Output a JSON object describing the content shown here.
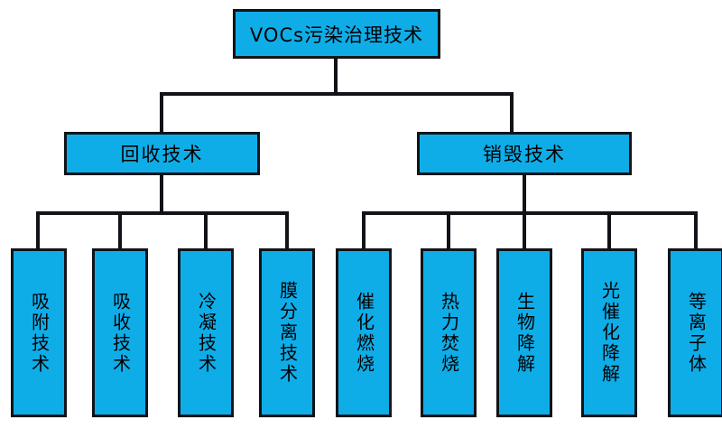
{
  "diagram": {
    "title_text": "VOCs污染治理技术",
    "type": "organizational-tree",
    "colors": {
      "node_fill": "#0FADE8",
      "node_border": "#111319",
      "connector": "#111319",
      "background": "#FFFFFF",
      "text": "#000000"
    },
    "root": {
      "id": "root",
      "label": "VOCs污染治理技术"
    },
    "level2": [
      {
        "id": "recovery",
        "label": "回收技术"
      },
      {
        "id": "destruction",
        "label": "销毁技术"
      }
    ],
    "level3": {
      "recovery_children": [
        {
          "id": "adsorption",
          "label": "吸附技术"
        },
        {
          "id": "absorption",
          "label": "吸收技术"
        },
        {
          "id": "condensation",
          "label": "冷凝技术"
        },
        {
          "id": "membrane",
          "label": "膜分离技术"
        }
      ],
      "destruction_children": [
        {
          "id": "catalytic-combustion",
          "label": "催化燃烧"
        },
        {
          "id": "thermal-incineration",
          "label": "热力焚烧"
        },
        {
          "id": "biodegradation",
          "label": "生物降解"
        },
        {
          "id": "photocatalytic",
          "label": "光催化降解"
        },
        {
          "id": "plasma",
          "label": "等离子体"
        }
      ]
    }
  }
}
